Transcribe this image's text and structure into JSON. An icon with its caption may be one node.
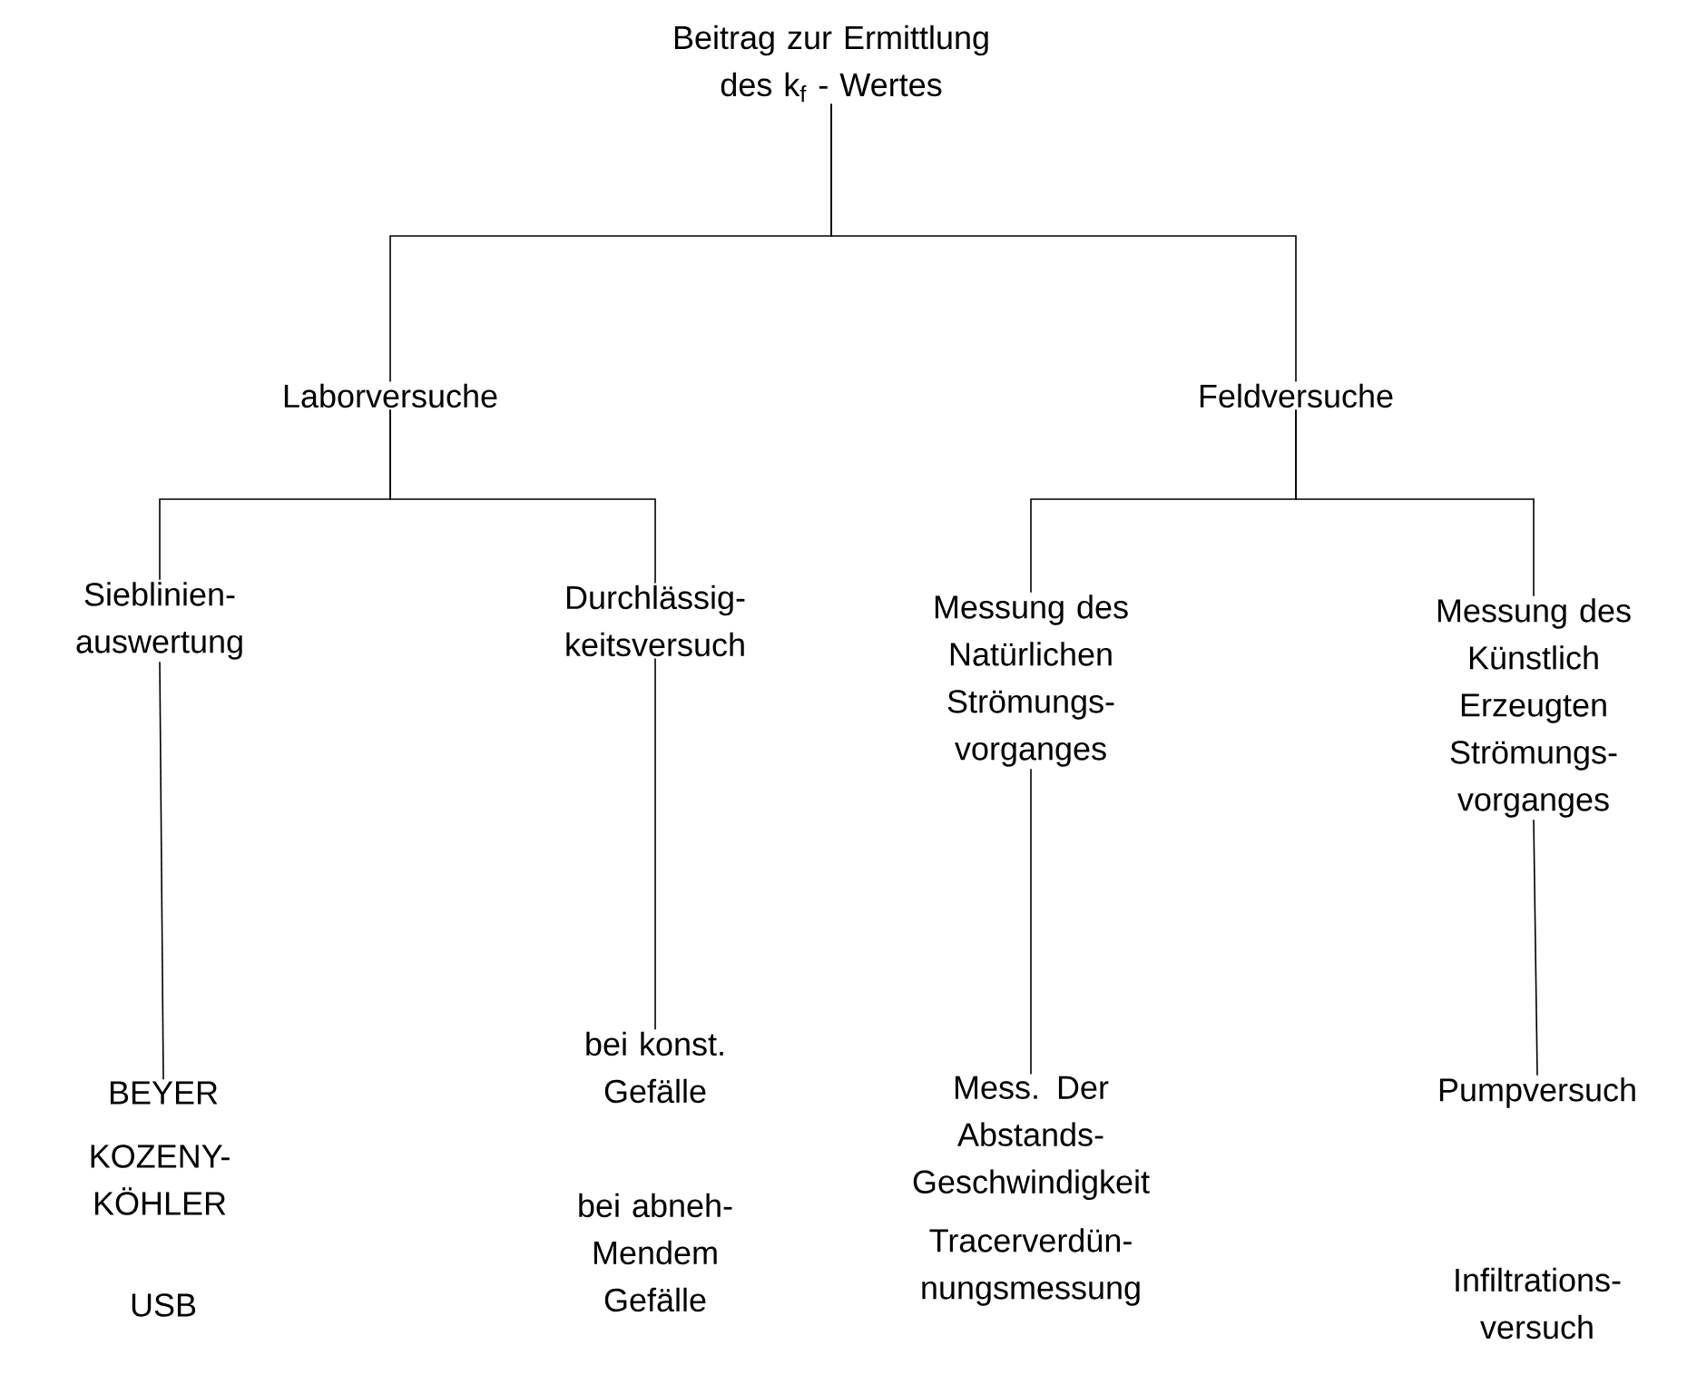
{
  "diagram": {
    "nodes": [
      {
        "text": [
          "Beitrag zur Ermittlung des k$_{f}$ - Wertes"
        ]
      },
      {
        "text": [
          "Laborversuche"
        ]
      },
      {
        "text": [
          "Feldversuche"
        ]
      },
      {
        "text": [
          "Sieblinien- auswertung"
        ]
      },
      {
        "text": [
          "Durchlässig- keitsversuch"
        ]
      },
      {
        "text": [
          "Messung des Natürlichen Strömungs- vorganges"
        ]
      },
      {
        "text": [
          "Messung des Künstlich Erzeugten Strömungs- vorganges"
        ]
      },
      {
        "text": [
          "BEYER"
        ]
      },
      {
        "text": [
          "bei konst. Gefälle"
        ]
      },
      {
        "text": [
          "Mess. Der Abstands- Geschwindigkeit"
        ]
      },
      {
        "text": [
          "Pumpversuch"
        ]
      }
    ],
    "edges": [
      {
        "from": 0,
        "to": 1,
        "arrow": "none"
      },
      {
        "from": 0,
        "to": 2,
        "arrow": "none"
      },
      {
        "from": 1,
        "to": 3,
        "arrow": "none"
      },
      {
        "from": 1,
        "to": 4,
        "arrow": "none"
      },
      {
        "from": 2,
        "to": 5,
        "arrow": "none"
      },
      {
        "from": 2,
        "to": 6,
        "arrow": "none"
      },
      {
        "from": 3,
        "to": 7,
        "arrow": "none"
      },
      {
        "from": 4,
        "to": 8,
        "arrow": "none"
      },
      {
        "from": 5,
        "to": 9,
        "arrow": "none"
      },
      {
        "from": 6,
        "to": 10,
        "arrow": "none"
      }
    ],
    "labels": [
      "KOZENY- KÖHLER",
      "USB",
      "bei abneh- Mendem Gefälle",
      "Tracerverdün- nungsmessung",
      "Infiltrations- versuch"
    ]
  }
}
